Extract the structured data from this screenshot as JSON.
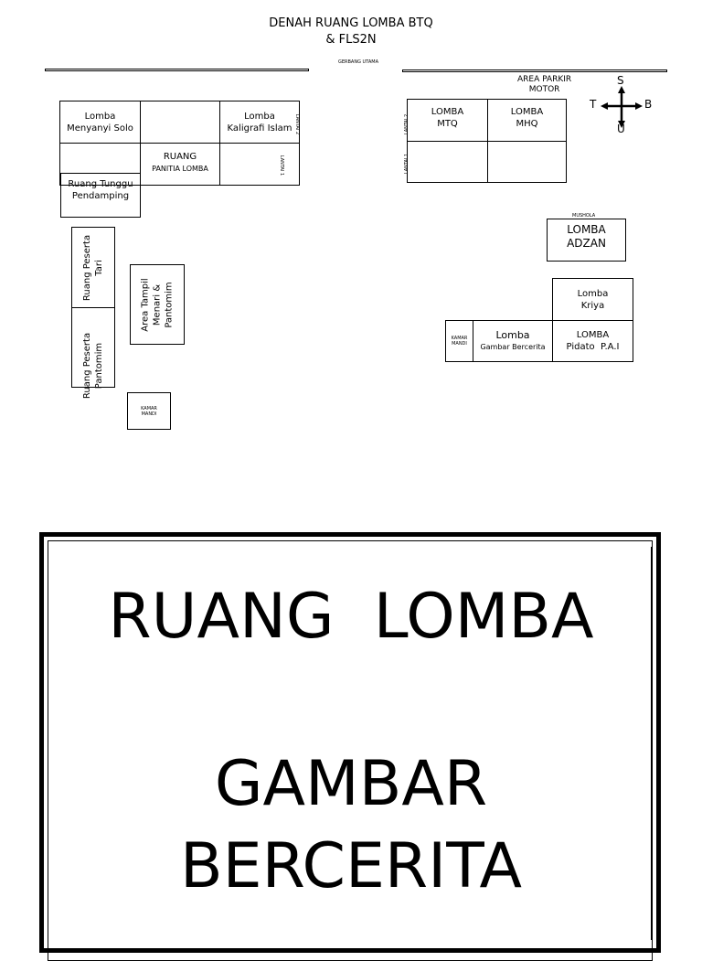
{
  "title": {
    "line1": "DENAH RUANG LOMBA BTQ",
    "line2": "& FLS2N"
  },
  "gate": "GERBANG UTAMA",
  "parking": {
    "line1": "AREA PARKIR",
    "line2": "MOTOR"
  },
  "compass": {
    "north": "S",
    "south": "U",
    "west": "T",
    "east": "B"
  },
  "rooms": {
    "menyanyi": [
      "Lomba",
      "Menyanyi Solo"
    ],
    "kaligrafi": [
      "Lomba",
      "Kaligrafi Islam"
    ],
    "panitia": [
      "RUANG",
      "PANITIA LOMBA"
    ],
    "tunggu": [
      "Ruang Tunggu",
      "Pendamping"
    ],
    "lantai2": "LANTAI 2",
    "lantai1": "LANTAI 1",
    "mtq": [
      "LOMBA",
      "MTQ"
    ],
    "mhq": [
      "LOMBA",
      "MHQ"
    ],
    "mushola": "MUSHOLA",
    "adzan": [
      "LOMBA",
      "ADZAN"
    ],
    "kriya": [
      "Lomba",
      "Kriya"
    ],
    "kamar_mandi": [
      "KAMAR",
      "MANDI"
    ],
    "gambar": [
      "Lomba",
      "Gambar Bercerita"
    ],
    "pidato": [
      "LOMBA",
      "Pidato  P.A.I"
    ],
    "tari": [
      "Ruang Peserta",
      "Tari"
    ],
    "pantomim": [
      "Ruang Peserta",
      "Pantomim"
    ],
    "area_tampil": [
      "Area Tampil",
      "Menari &",
      "Pantomim"
    ]
  },
  "sign": {
    "line1": "RUANG  LOMBA",
    "line2": "GAMBAR",
    "line3": "BERCERITA"
  }
}
